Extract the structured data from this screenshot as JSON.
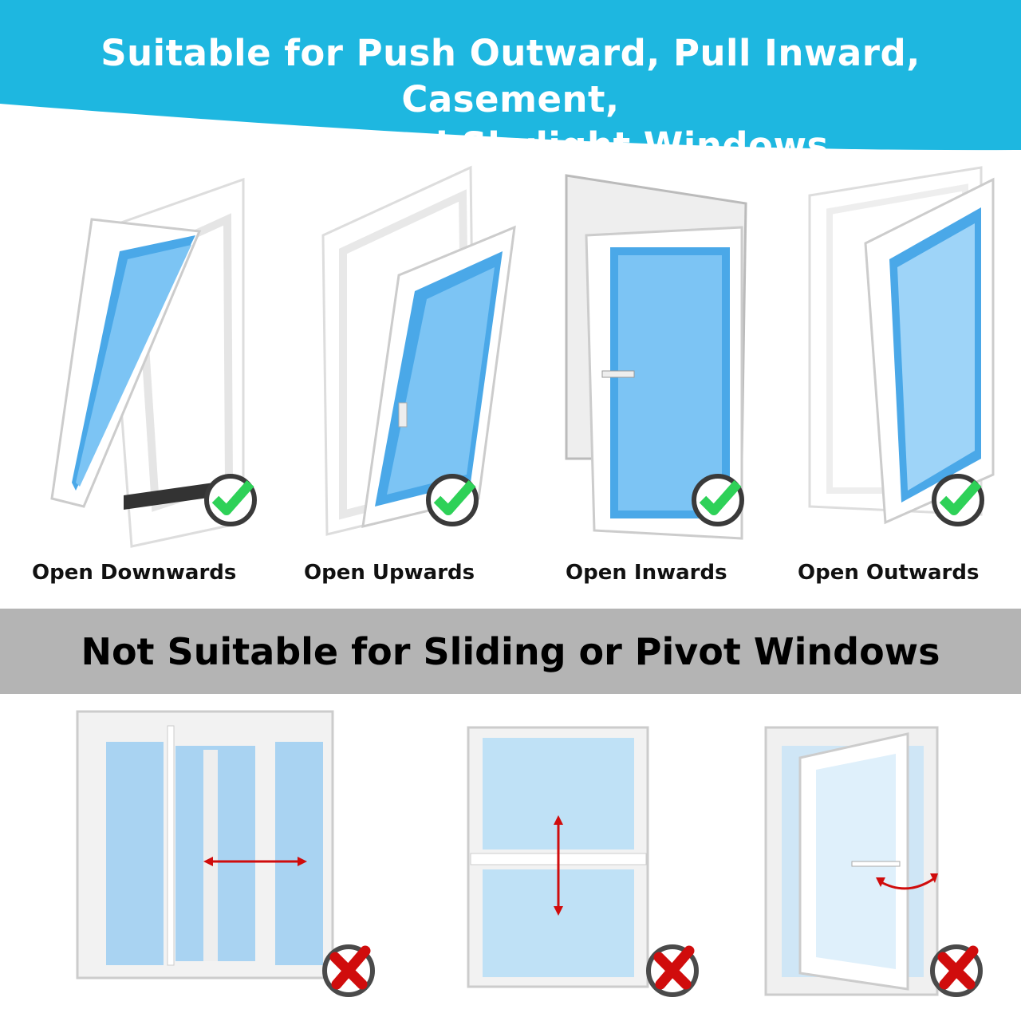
{
  "banner": {
    "title_line1": "Suitable for Push Outward, Pull Inward, Casement,",
    "title_line2": "Awning, and Skylight Windows",
    "color": "#1eb7e0"
  },
  "suitable": {
    "items": [
      {
        "label": "Open Downwards",
        "icon": "check-icon"
      },
      {
        "label": "Open Upwards",
        "icon": "check-icon"
      },
      {
        "label": "Open Inwards",
        "icon": "check-icon"
      },
      {
        "label": "Open Outwards",
        "icon": "check-icon"
      }
    ],
    "check_color": "#2ed158"
  },
  "not_suitable": {
    "title": "Not Suitable for Sliding or Pivot Windows",
    "band_color": "#b4b4b4",
    "items": [
      {
        "type": "sliding-horizontal",
        "icon": "cross-icon"
      },
      {
        "type": "sliding-vertical",
        "icon": "cross-icon"
      },
      {
        "type": "pivot",
        "icon": "cross-icon"
      }
    ],
    "cross_color": "#d00c0c"
  }
}
